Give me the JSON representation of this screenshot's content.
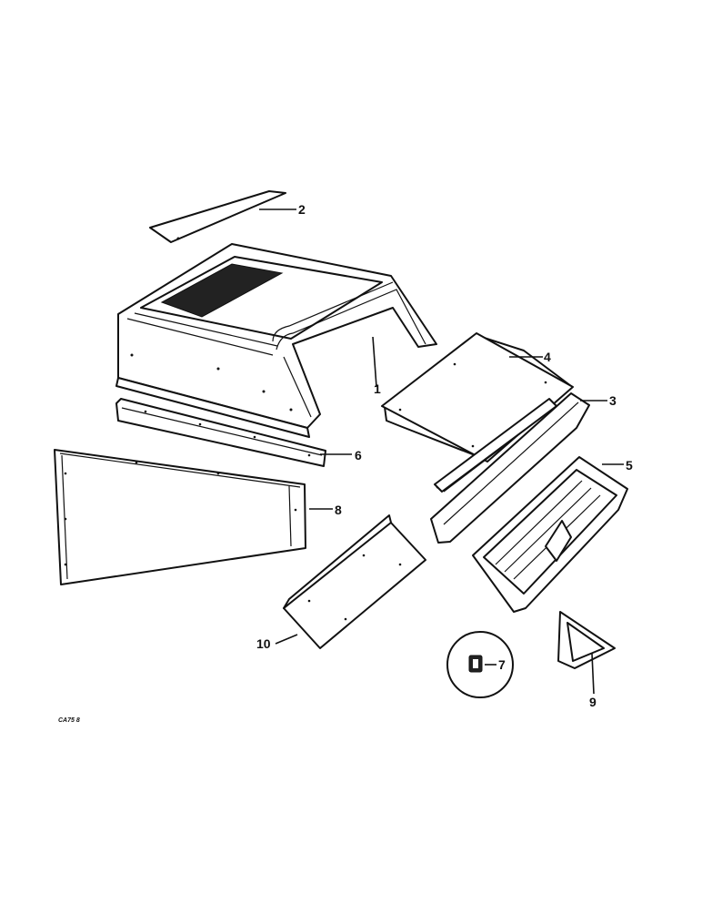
{
  "callouts": {
    "c1": "1",
    "c2": "2",
    "c3": "3",
    "c4": "4",
    "c5": "5",
    "c6": "6",
    "c7": "7",
    "c8": "8",
    "c9": "9",
    "c10": "10"
  },
  "figure_code": "CA75 8"
}
